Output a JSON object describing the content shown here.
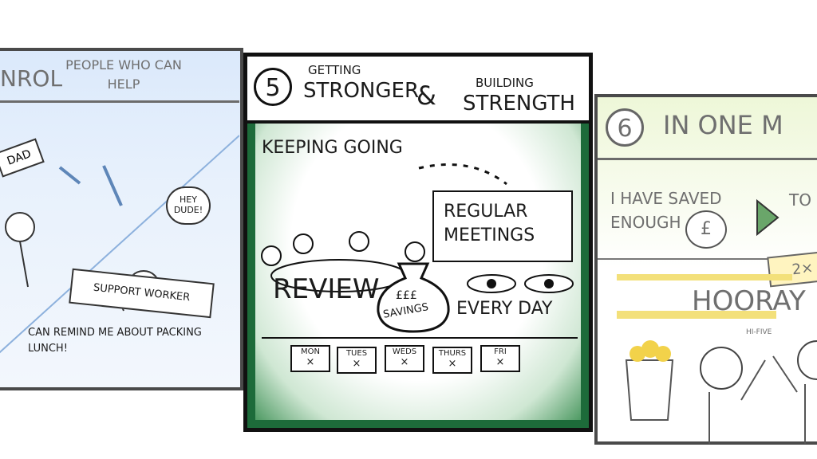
{
  "panel_left": {
    "title_fragment": "NROL",
    "subtitle": "PEOPLE WHO CAN HELP",
    "dad_label": "DAD",
    "speech": "HEY DUDE!",
    "banner": "SUPPORT WORKER",
    "note": "CAN REMIND ME ABOUT PACKING LUNCH!"
  },
  "panel_center": {
    "number": "5",
    "title_a_small": "GETTING",
    "title_a": "STRONGER",
    "ampersand": "&",
    "title_b_small": "BUILDING",
    "title_b": "STRENGTH",
    "keeping": "KEEPING GOING",
    "meetings": "REGULAR MEETINGS",
    "review": "REVIEW",
    "bag_top": "£££",
    "bag": "SAVINGS",
    "every_day": "EVERY DAY",
    "days": [
      {
        "label": "MON",
        "mark": "×"
      },
      {
        "label": "TUES",
        "mark": "×"
      },
      {
        "label": "WEDS",
        "mark": "×"
      },
      {
        "label": "THURS",
        "mark": "×"
      },
      {
        "label": "FRI",
        "mark": "×"
      }
    ]
  },
  "panel_right": {
    "number": "6",
    "title_fragment": "IN ONE M",
    "saved": "I HAVE SAVED ENOUGH",
    "pound": "£",
    "to": "TO C",
    "ticket": "2×",
    "hooray": "HOORAY",
    "hi_five": "HI-FIVE"
  }
}
